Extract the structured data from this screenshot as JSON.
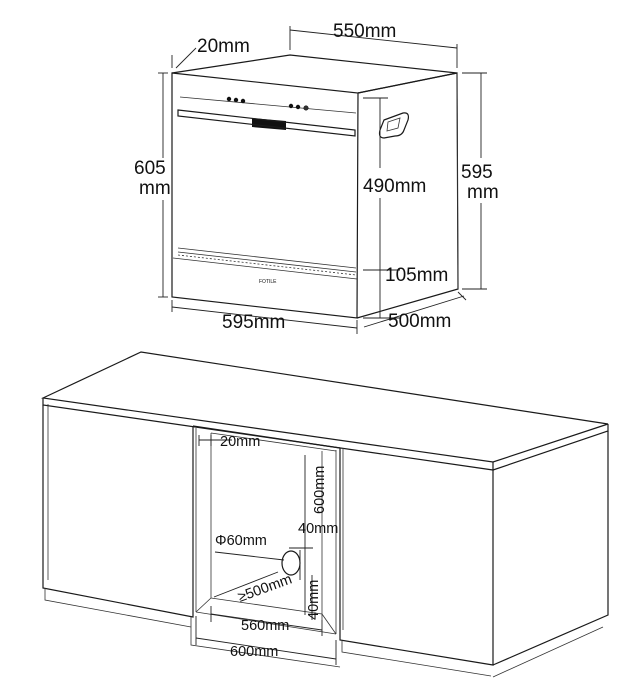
{
  "appliance": {
    "dims": {
      "top_depth": "20mm",
      "top_width": "550mm",
      "left_height_value": "605",
      "left_height_unit": "mm",
      "right_height_value": "595",
      "right_height_unit": "mm",
      "inner_height": "490mm",
      "base_height": "105mm",
      "bottom_width": "595mm",
      "bottom_depth": "500mm"
    },
    "brand": "FOTILE"
  },
  "cabinet": {
    "dims": {
      "side_gap": "20mm",
      "opening_height": "600mm",
      "hole_offset": "40mm",
      "hole_diameter": "Φ60mm",
      "min_depth": "≥500mm",
      "hole_bottom": "40mm",
      "inner_width": "560mm",
      "opening_width": "600mm"
    }
  },
  "colors": {
    "line": "#1a1a1a",
    "background": "#ffffff"
  }
}
